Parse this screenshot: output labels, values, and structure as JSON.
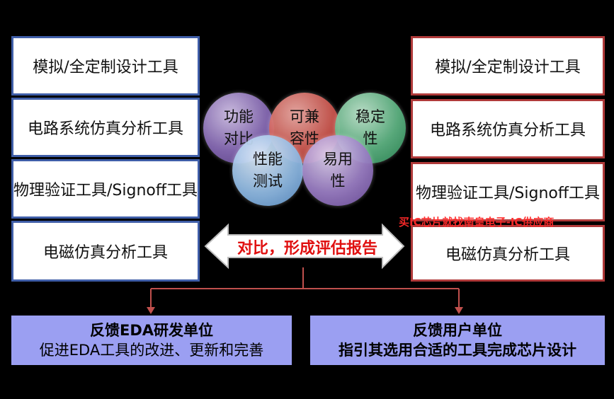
{
  "left_tools": [
    "模拟/全定制设计工具",
    "电路系统仿真分析工具",
    "物理验证工具/Signoff工具",
    "电磁仿真分析工具"
  ],
  "right_tools": [
    "模拟/全定制设计工具",
    "电路系统仿真分析工具",
    "物理验证工具/Signoff工具",
    "电磁仿真分析工具"
  ],
  "criteria": {
    "function_compare": "功能\n对比",
    "compatibility": "可兼\n容性",
    "stability": "稳定\n性",
    "performance": "性能\n测试",
    "usability": "易用\n性"
  },
  "arrow_label": "对比，形成评估报告",
  "watermark": "买IC芯片就找南皇电子-IC供应商",
  "feedback_dev": {
    "title": "反馈EDA研发单位",
    "subtitle": "促进EDA工具的改进、更新和完善"
  },
  "feedback_user": {
    "title": "反馈用户单位",
    "subtitle": "指引其选用合适的工具完成芯片设计"
  },
  "colors": {
    "left_border": "#3f5ea8",
    "right_border": "#b03a3a",
    "feedback_fill": "#9b9ff2",
    "arrow_text": "#e01010",
    "connector": "#c0504d"
  }
}
